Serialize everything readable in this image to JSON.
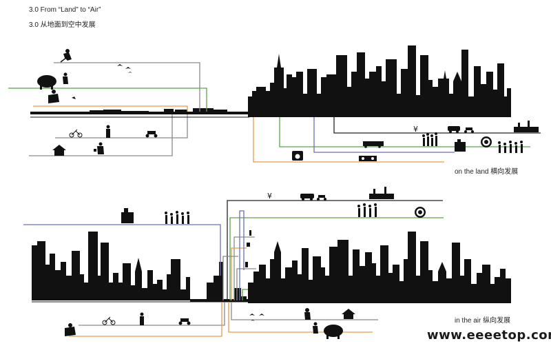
{
  "title": {
    "line1": "3.0 From “Land” to “Air”",
    "line2": "3.0 从地面到空中发展"
  },
  "captions": {
    "land": "on the land 横向发展",
    "air": "in the air 纵向发展"
  },
  "icons": {
    "yen": "¥",
    "apple": "apple-icon",
    "starbucks": "starbucks-logo-icon"
  },
  "watermark": "www.eeeetop.com",
  "colors": {
    "skyline": "#111111",
    "green": "#5aa14a",
    "orange": "#e39a52",
    "blue": "#6b6fb5",
    "gray": "#8a8a8a",
    "black": "#222222"
  }
}
